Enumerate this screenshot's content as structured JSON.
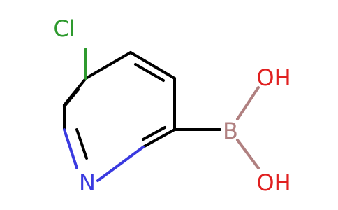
{
  "molecule": {
    "atoms": {
      "chlorine": "Cl",
      "nitrogen": "N",
      "boron": "B",
      "hydroxyl_top": "OH",
      "hydroxyl_bottom": "OH"
    },
    "colors": {
      "chlorine": "#2e9a2e",
      "nitrogen": "#3a3ae0",
      "boron": "#b08080",
      "oxygen": "#e02020",
      "bond": "#000000"
    }
  }
}
